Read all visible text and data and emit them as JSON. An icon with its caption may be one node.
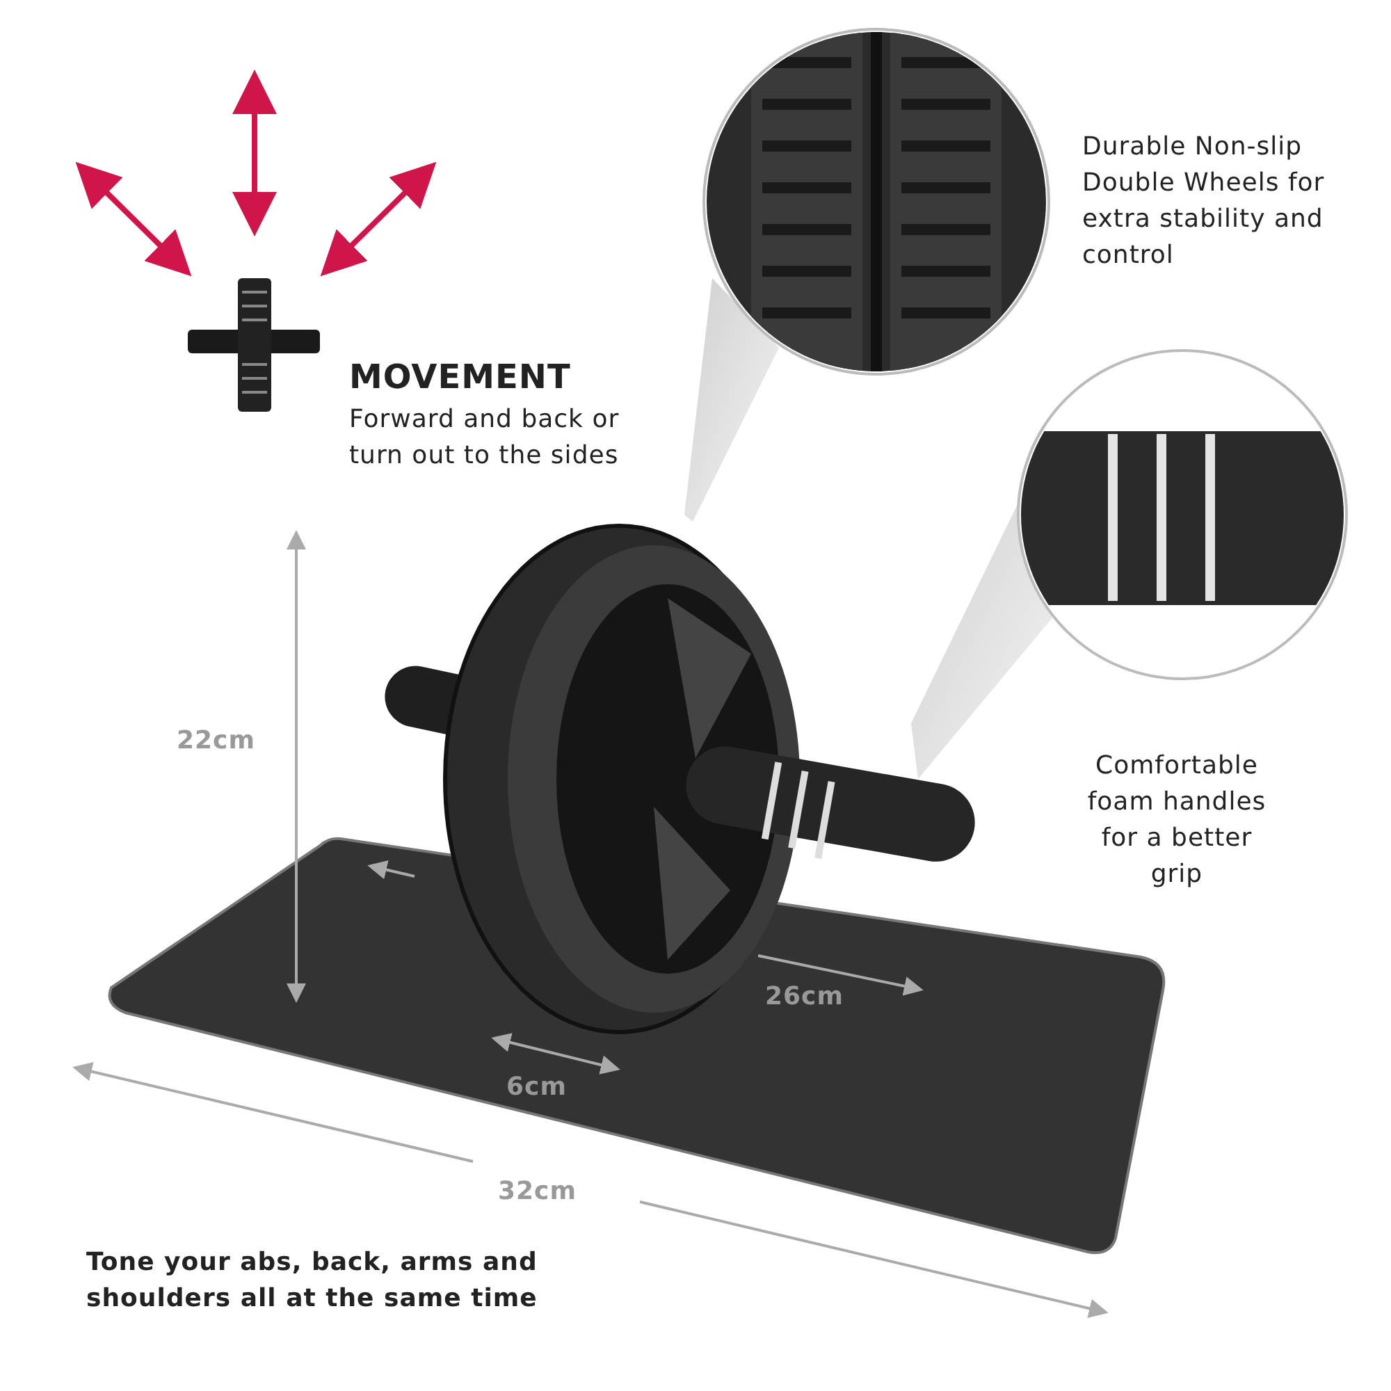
{
  "diagram": {
    "labels": [
      "Durable Non-slip Double Wheels for extra stability and control",
      "MOVEMENT",
      "Forward and back or turn out to the sides",
      "22cm",
      "Comfortable foam handles for a better grip",
      "26cm",
      "6cm",
      "32cm",
      "Tone your abs, back, arms and shoulders all at the same time"
    ]
  }
}
